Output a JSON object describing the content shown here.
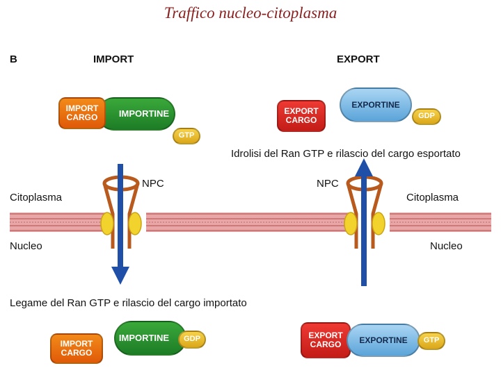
{
  "title": "Traffico nucleo-citoplasma",
  "panel_label": "B",
  "import": {
    "heading": "IMPORT",
    "cargo_top": "IMPORT\nCARGO",
    "receptor_top": "IMPORTINE",
    "nucleotide_top": "GTP",
    "pore_label": "NPC",
    "cytoplasm": "Citoplasma",
    "nucleus": "Nucleo",
    "caption": "Legame del Ran GTP e rilascio del cargo importato",
    "receptor_bottom": "IMPORTINE",
    "nucleotide_bottom": "GDP",
    "cargo_bottom": "IMPORT\nCARGO"
  },
  "export": {
    "heading": "EXPORT",
    "cargo_top": "EXPORT\nCARGO",
    "receptor_top": "EXPORTINE",
    "nucleotide_top": "GDP",
    "caption": "Idrolisi del Ran GTP e rilascio del cargo esportato",
    "pore_label": "NPC",
    "cytoplasm": "Citoplasma",
    "nucleus": "Nucleo",
    "cargo_bottom": "EXPORT\nCARGO",
    "receptor_bottom": "EXPORTINE",
    "nucleotide_bottom": "GTP"
  },
  "colors": {
    "membrane": "#e8a6a6",
    "membrane_line": "#c46a6a",
    "pore": "#b85a1e",
    "pore_bead": "#f2d22c",
    "arrow": "#1f4fa6"
  }
}
